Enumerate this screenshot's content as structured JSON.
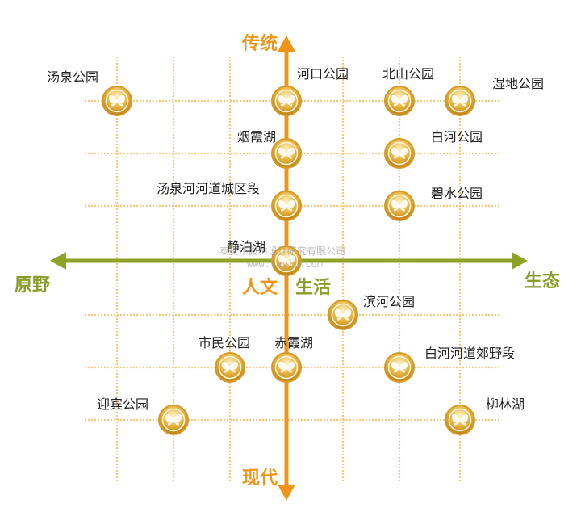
{
  "axes": {
    "top": "传统",
    "bottom": "现代",
    "left": "原野",
    "right": "生态",
    "center_left": "人文",
    "center_right": "生活"
  },
  "watermark": {
    "line1": "泰安市园林设计研究有限公司",
    "line2": "www.tayld.com"
  },
  "places": [
    {
      "name": "汤泉公园"
    },
    {
      "name": "河口公园"
    },
    {
      "name": "北山公园"
    },
    {
      "name": "湿地公园"
    },
    {
      "name": "烟霞湖"
    },
    {
      "name": "白河公园"
    },
    {
      "name": "汤泉河河道城区段"
    },
    {
      "name": "碧水公园"
    },
    {
      "name": "静泊湖"
    },
    {
      "name": "滨河公园"
    },
    {
      "name": "市民公园"
    },
    {
      "name": "赤霞湖"
    },
    {
      "name": "白河河道郊野段"
    },
    {
      "name": "迎宾公园"
    },
    {
      "name": "柳林湖"
    }
  ],
  "colors": {
    "vertical_axis": "#f29418",
    "horizontal_axis": "#8ea225",
    "grid": "#f7c77b",
    "badge_ring": "#d79a28",
    "badge_fill": "#e9b33c"
  },
  "icon": "butterfly-badge-icon"
}
